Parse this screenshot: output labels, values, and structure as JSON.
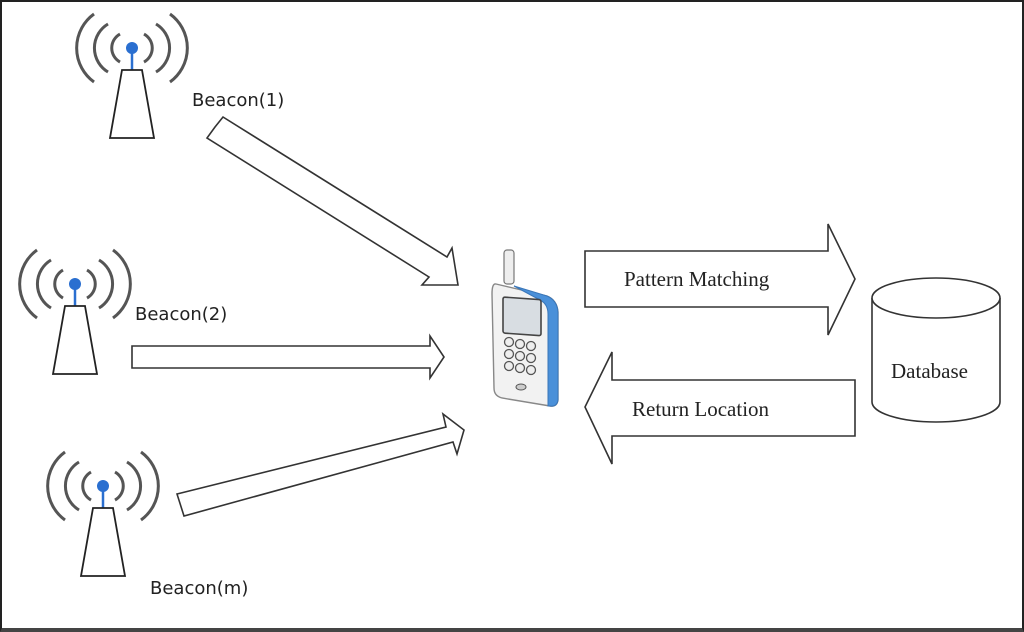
{
  "diagram": {
    "beacons": [
      {
        "label": "Beacon(1)"
      },
      {
        "label": "Beacon(2)"
      },
      {
        "label": "Beacon(m)"
      }
    ],
    "device": {
      "name": "mobile phone"
    },
    "flows": {
      "to_database": "Pattern Matching",
      "from_database": "Return Location"
    },
    "database": {
      "label": "Database"
    },
    "colors": {
      "beacon_dot": "#2a6fd0",
      "phone_accent": "#4a90d9",
      "stroke": "#333333"
    }
  }
}
